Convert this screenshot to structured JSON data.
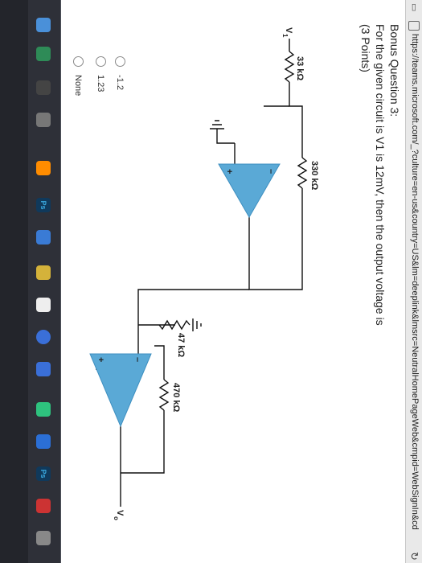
{
  "browser": {
    "url": "https://teams.microsoft.com/_?culture=en-us&country=US&lm=deeplink&lmsrc=NeutralHomePageWeb&cmpid=WebSignIn&cd"
  },
  "question": {
    "title": "Bonus Question 3:",
    "text": "For the given circuit is V1 is 12mV, then the output voltage is",
    "points": "(3 Points)"
  },
  "circuit": {
    "input_label": "V",
    "input_subscript": "1",
    "output_label": "V",
    "output_subscript": "o",
    "r1": "33 kΩ",
    "r2": "330 kΩ",
    "r3": "47 kΩ",
    "r4": "470 kΩ",
    "plus": "+",
    "minus": "–"
  },
  "options": [
    "1.23",
    "None",
    "-1.2"
  ],
  "dock": {
    "icons": [
      "finder-icon",
      "gear-icon",
      "app-icon",
      "photoshop-icon",
      "files-icon",
      "calendar-icon",
      "notes-icon",
      "chart-icon",
      "app-icon",
      "app-icon",
      "globe-icon",
      "app-icon",
      "app-icon",
      "photoshop-icon",
      "app-icon",
      "app-icon"
    ],
    "ps_label": "Ps",
    "menu_glyph": "☷",
    "reader_glyph": "▭",
    "refresh_glyph": "↻"
  }
}
